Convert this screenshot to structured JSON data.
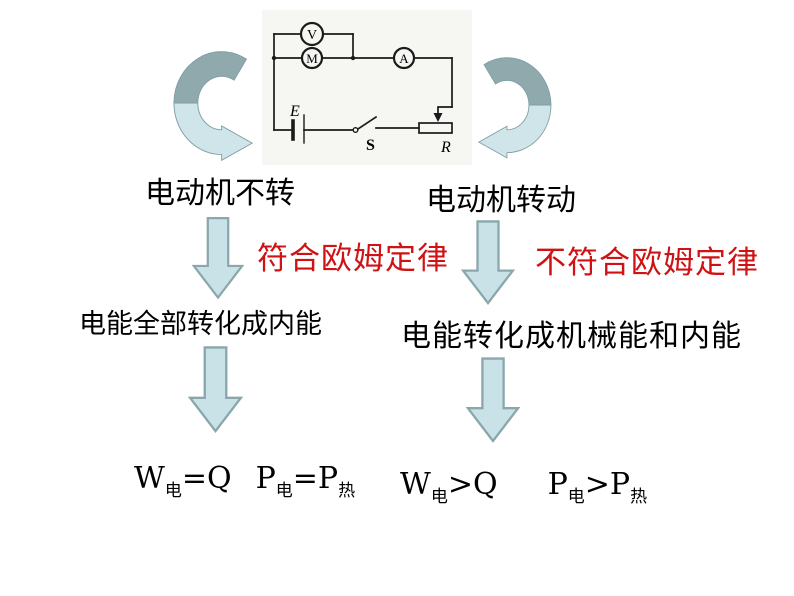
{
  "slide": {
    "circuit": {
      "voltmeter_label": "V",
      "motor_label": "M",
      "ammeter_label": "A",
      "battery_label": "E",
      "switch_label": "S",
      "rheostat_label": "R"
    },
    "left_branch": {
      "state": "电动机不转",
      "law": "符合欧姆定律",
      "energy": "电能全部转化成内能",
      "formula_tokens": [
        {
          "t": "W"
        },
        {
          "s": "电"
        },
        {
          "t": "=Q"
        },
        {
          "g": 24
        },
        {
          "t": "P"
        },
        {
          "s": "电"
        },
        {
          "t": "=P"
        },
        {
          "s": "热"
        }
      ]
    },
    "right_branch": {
      "state": "电动机转动",
      "law": "不符合欧姆定律",
      "energy": "电能转化成机械能和内能",
      "formula_tokens": [
        {
          "t": "W"
        },
        {
          "s": "电"
        },
        {
          "t": ">Q"
        },
        {
          "g": 50
        },
        {
          "t": "P"
        },
        {
          "s": "电"
        },
        {
          "t": ">P"
        },
        {
          "s": "热"
        }
      ]
    },
    "colors": {
      "law_text": "#cf1315",
      "arrow_fill": "#c9e2e7",
      "arrow_stroke": "#8aa7ac",
      "swoosh_dark": "#8fa9ad",
      "swoosh_light": "#cfe5e9",
      "swoosh_stroke": "#7fa0a5",
      "circuit_bg": "#f6f6f3",
      "wire": "#1a1a1a"
    }
  }
}
